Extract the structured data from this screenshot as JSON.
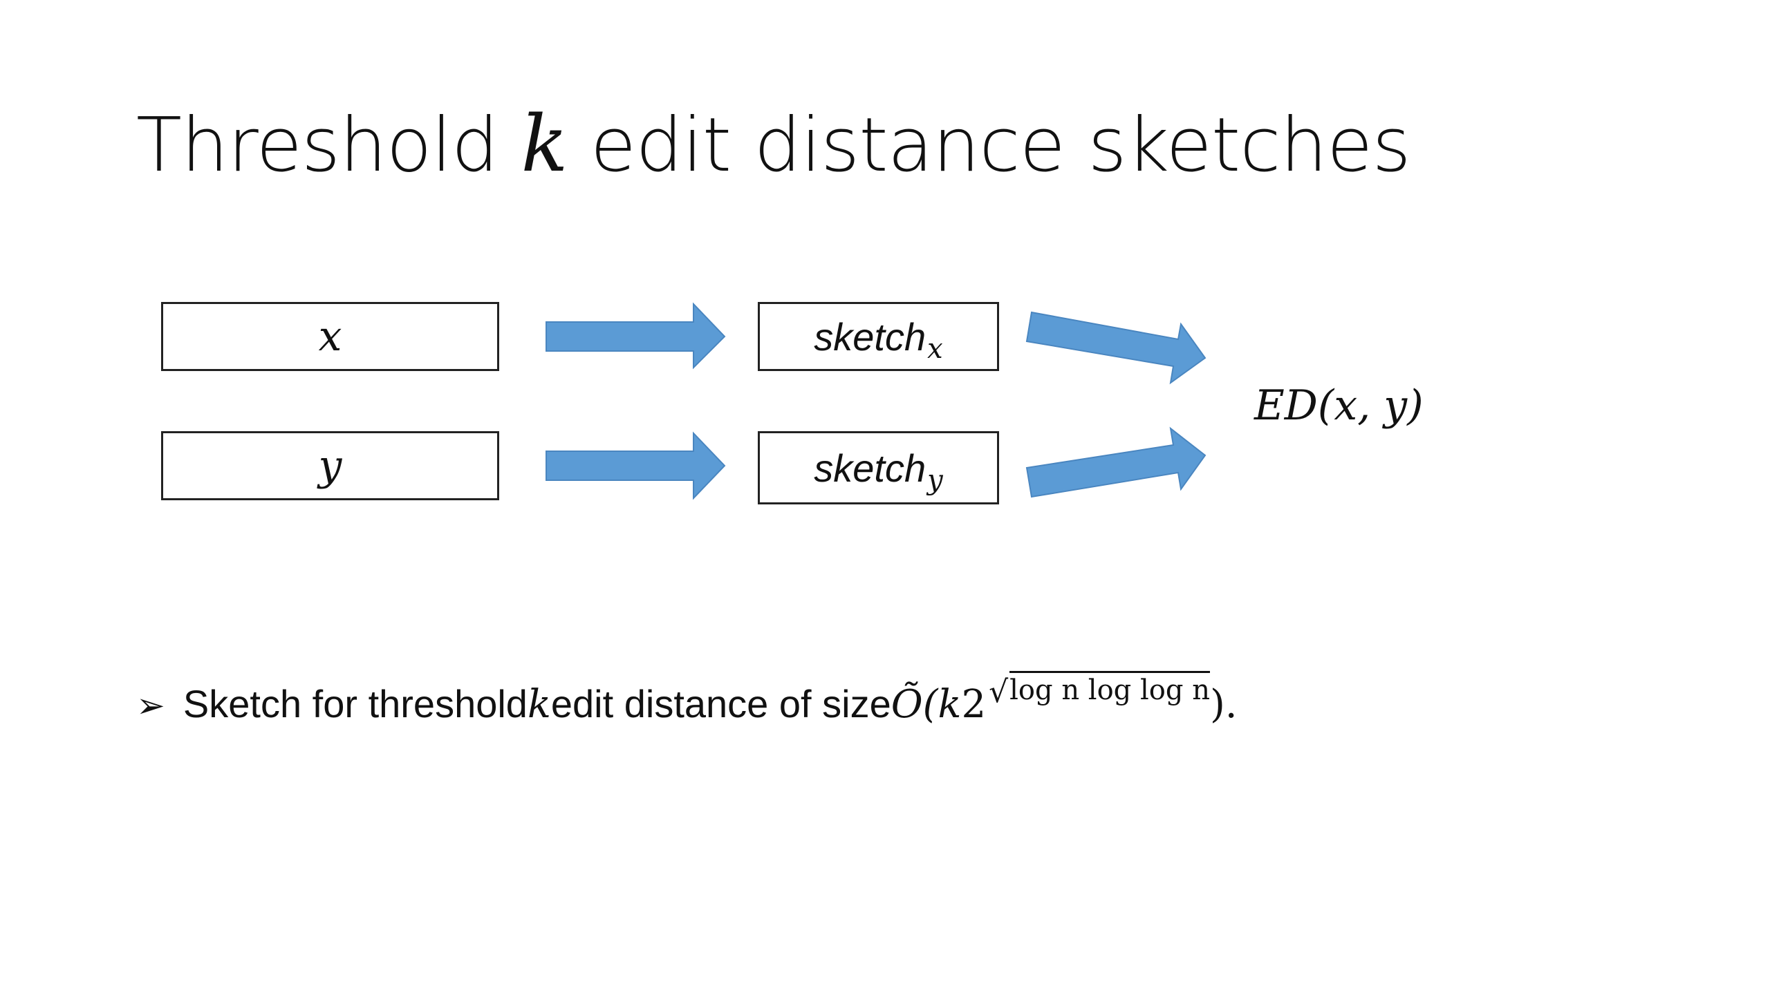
{
  "slide": {
    "title_prefix": "Threshold ",
    "title_var": "k",
    "title_suffix": " edit distance sketches",
    "diagram": {
      "input_x": "x",
      "input_y": "y",
      "sketch_label": "sketch",
      "sketch_sub_x": "x",
      "sketch_sub_y": "y",
      "output": "ED(x, y)",
      "arrow_color": "#5b9bd5"
    },
    "bullet": {
      "marker": "➢",
      "text_1": "Sketch for threshold ",
      "var_k": "k",
      "text_2": " edit distance of size ",
      "big_o": "Õ(",
      "k_var": "k",
      "two": "2",
      "radical": "√",
      "exponent": "log n log log n",
      "close": ")."
    }
  }
}
